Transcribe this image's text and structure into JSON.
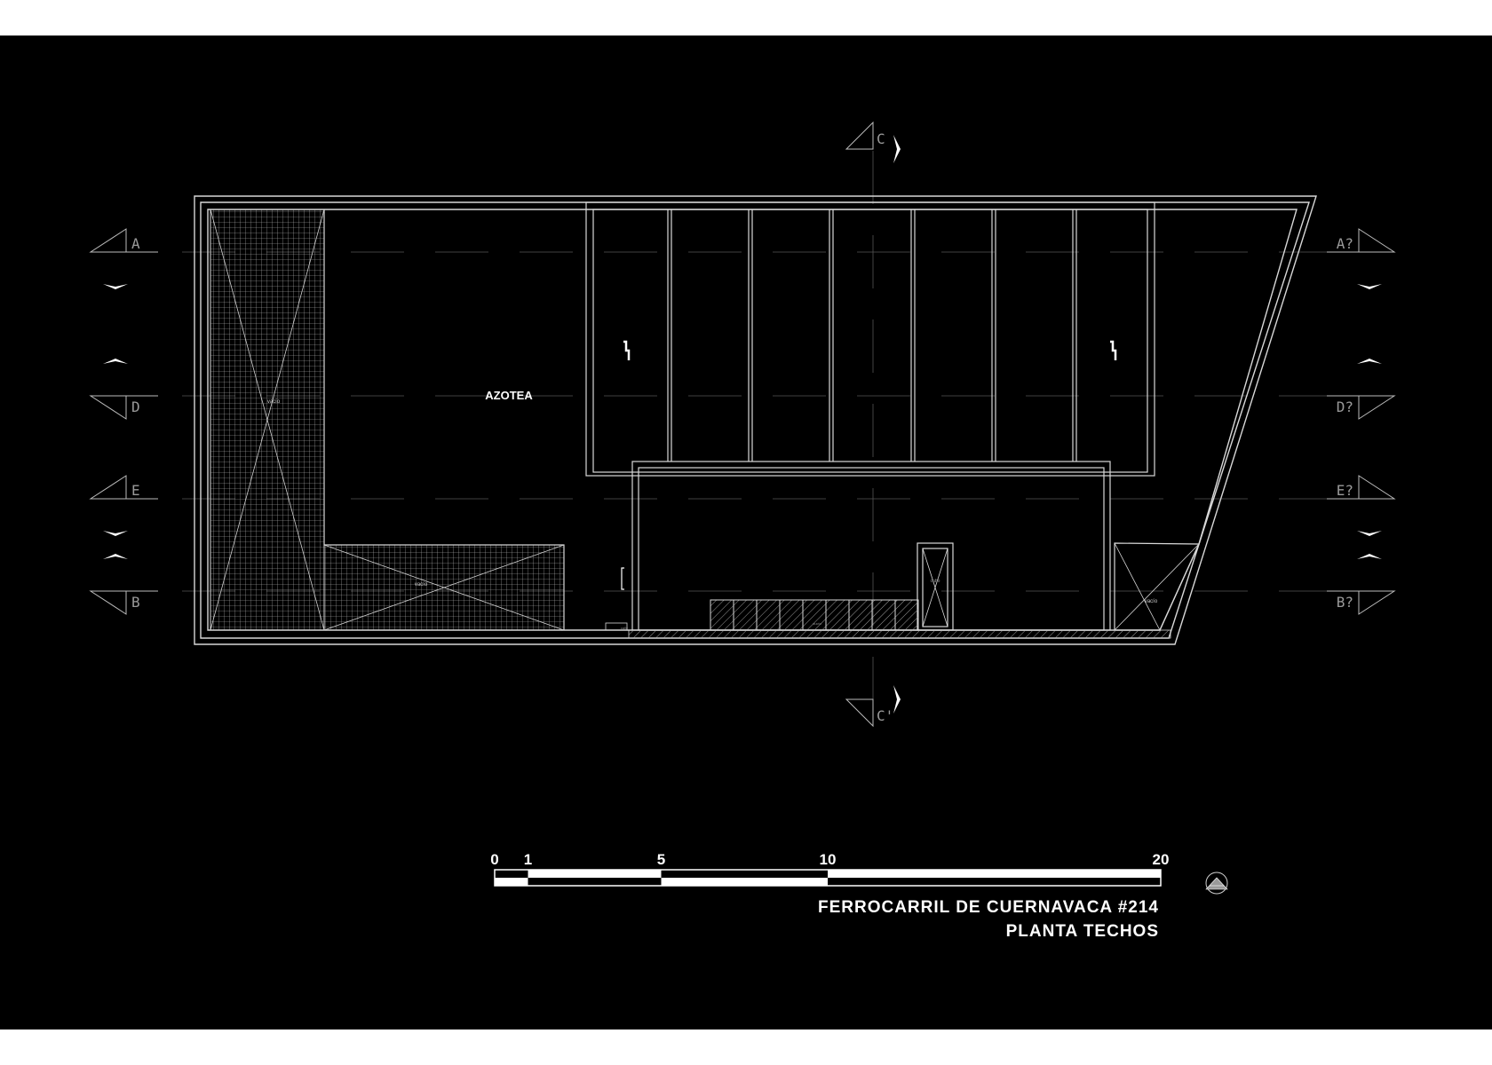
{
  "drawing": {
    "main_label": "AZOTEA",
    "void_label": "vacío",
    "small_labels": [
      "vacío",
      "cubo",
      "vacío",
      "calle",
      "ducto"
    ],
    "section_marks": {
      "left": [
        "A",
        "D",
        "E",
        "B"
      ],
      "right": [
        "A?",
        "D?",
        "E?",
        "B?"
      ],
      "top": "C",
      "bottom": "C'"
    },
    "line_color": "#d8d8d8",
    "background": "#000000"
  },
  "scale_bar": {
    "ticks": [
      "0",
      "1",
      "5",
      "10",
      "20"
    ],
    "values": [
      0,
      1,
      5,
      10,
      20
    ]
  },
  "title": {
    "line1": "FERROCARRIL DE CUERNAVACA #214",
    "line2": "PLANTA TECHOS"
  }
}
